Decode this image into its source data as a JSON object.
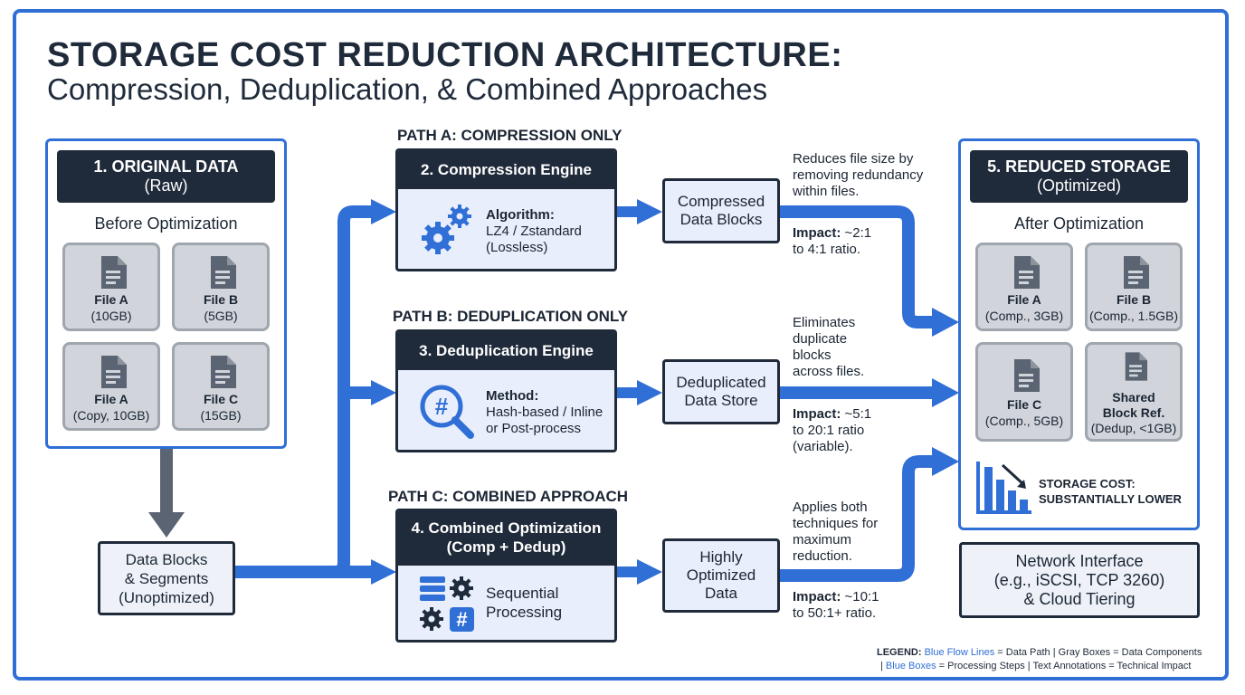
{
  "title": "STORAGE COST REDUCTION ARCHITECTURE:",
  "subtitle": "Compression, Deduplication, & Combined Approaches",
  "original": {
    "header_line1": "1. ORIGINAL DATA",
    "header_line2": "(Raw)",
    "caption": "Before Optimization",
    "files": [
      {
        "name": "File A",
        "size": "(10GB)"
      },
      {
        "name": "File B",
        "size": "(5GB)"
      },
      {
        "name": "File A",
        "size": "(Copy, 10GB)"
      },
      {
        "name": "File C",
        "size": "(15GB)"
      }
    ]
  },
  "data_blocks": {
    "line1": "Data Blocks",
    "line2": "& Segments",
    "line3": "(Unoptimized)"
  },
  "paths": [
    {
      "label": "PATH A: COMPRESSION ONLY",
      "engine_title": "2. Compression Engine",
      "engine_title2": "",
      "body_bold": "Algorithm:",
      "body_line2": "LZ4 / Zstandard",
      "body_line3": "(Lossless)",
      "icon": "gears-icon",
      "output_line1": "Compressed",
      "output_line2": "Data Blocks",
      "output_line3": "",
      "note_line1": "Reduces file size by",
      "note_line2": "removing redundancy",
      "note_line3": "within files.",
      "note_line4": "",
      "impact_label": "Impact:",
      "impact_value": " ~2:1",
      "impact_line2": "to 4:1 ratio.",
      "impact_line3": ""
    },
    {
      "label": "PATH B: DEDUPLICATION ONLY",
      "engine_title": "3. Deduplication Engine",
      "engine_title2": "",
      "body_bold": "Method:",
      "body_line2": "Hash-based / Inline",
      "body_line3": "or Post-process",
      "icon": "hash-search-icon",
      "output_line1": "Deduplicated",
      "output_line2": "Data Store",
      "output_line3": "",
      "note_line1": "Eliminates",
      "note_line2": "duplicate",
      "note_line3": "blocks",
      "note_line4": "across files.",
      "impact_label": "Impact:",
      "impact_value": " ~5:1",
      "impact_line2": "to 20:1 ratio",
      "impact_line3": "(variable)."
    },
    {
      "label": "PATH C: COMBINED APPROACH",
      "engine_title": "4. Combined Optimization",
      "engine_title2": "(Comp + Dedup)",
      "body_bold": "",
      "body_line2": "Sequential",
      "body_line3": "Processing",
      "icon": "server-gear-hash-icon",
      "output_line1": "Highly",
      "output_line2": "Optimized",
      "output_line3": "Data",
      "note_line1": "Applies both",
      "note_line2": "techniques for",
      "note_line3": "maximum",
      "note_line4": "reduction.",
      "impact_label": "Impact:",
      "impact_value": " ~10:1",
      "impact_line2": "to 50:1+ ratio.",
      "impact_line3": ""
    }
  ],
  "reduced": {
    "header_line1": "5. REDUCED STORAGE",
    "header_line2": "(Optimized)",
    "caption": "After Optimization",
    "files": [
      {
        "name": "File A",
        "name2": "",
        "size": "(Comp., 3GB)"
      },
      {
        "name": "File B",
        "name2": "",
        "size": "(Comp., 1.5GB)"
      },
      {
        "name": "File C",
        "name2": "",
        "size": "(Comp., 5GB)"
      },
      {
        "name": "Shared",
        "name2": "Block Ref.",
        "size": "(Dedup, <1GB)"
      }
    ],
    "cost_line1": "STORAGE COST:",
    "cost_line2": "SUBSTANTIALLY LOWER"
  },
  "network": {
    "line1": "Network Interface",
    "line2": "(e.g., iSCSI, TCP 3260)",
    "line3": "& Cloud Tiering"
  },
  "legend": {
    "label": "LEGEND:",
    "blue_lines": "Blue Flow Lines",
    "blue_lines_desc": " = Data Path | ",
    "gray_boxes": "Gray Boxes = Data Components",
    "sep": "| ",
    "blue_boxes": "Blue Boxes",
    "blue_boxes_desc": " = Processing Steps | Text Annotations = Technical Impact"
  },
  "colors": {
    "accent": "#2f6fd6",
    "dark": "#1f2a3a",
    "file_gray": "#d1d5db",
    "arrow_gray": "#5b6472"
  }
}
